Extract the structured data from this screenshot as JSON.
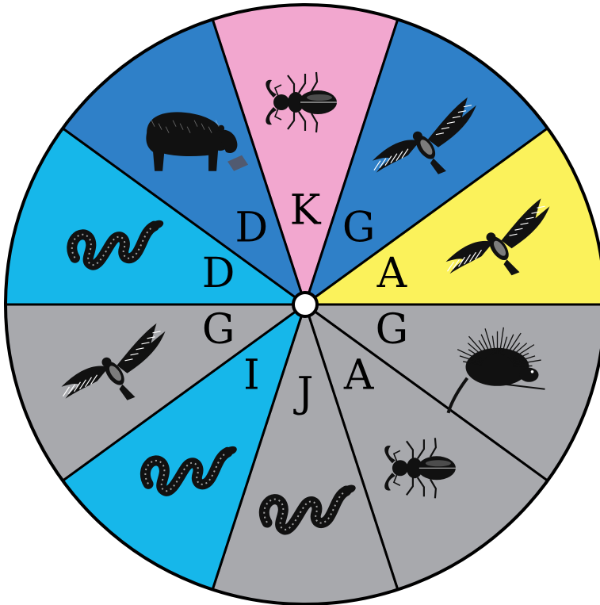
{
  "wheel": {
    "segments": [
      {
        "letter": "K",
        "color": "#f2a7cf",
        "animal": "stag-beetle"
      },
      {
        "letter": "G",
        "color": "#2f80c8",
        "animal": "hawk"
      },
      {
        "letter": "A",
        "color": "#fbf25b",
        "animal": "hawk"
      },
      {
        "letter": "G",
        "color": "#a8a9ad",
        "animal": "porcupine"
      },
      {
        "letter": "A",
        "color": "#a8a9ad",
        "animal": "stag-beetle"
      },
      {
        "letter": "J",
        "color": "#a8a9ad",
        "animal": "snake"
      },
      {
        "letter": "I",
        "color": "#16b7ea",
        "animal": "snake"
      },
      {
        "letter": "G",
        "color": "#a8a9ad",
        "animal": "hawk"
      },
      {
        "letter": "D",
        "color": "#16b7ea",
        "animal": "snake"
      },
      {
        "letter": "D",
        "color": "#2f80c8",
        "animal": "bear"
      }
    ],
    "outline_color": "#000000",
    "hub_color": "#ffffff"
  }
}
